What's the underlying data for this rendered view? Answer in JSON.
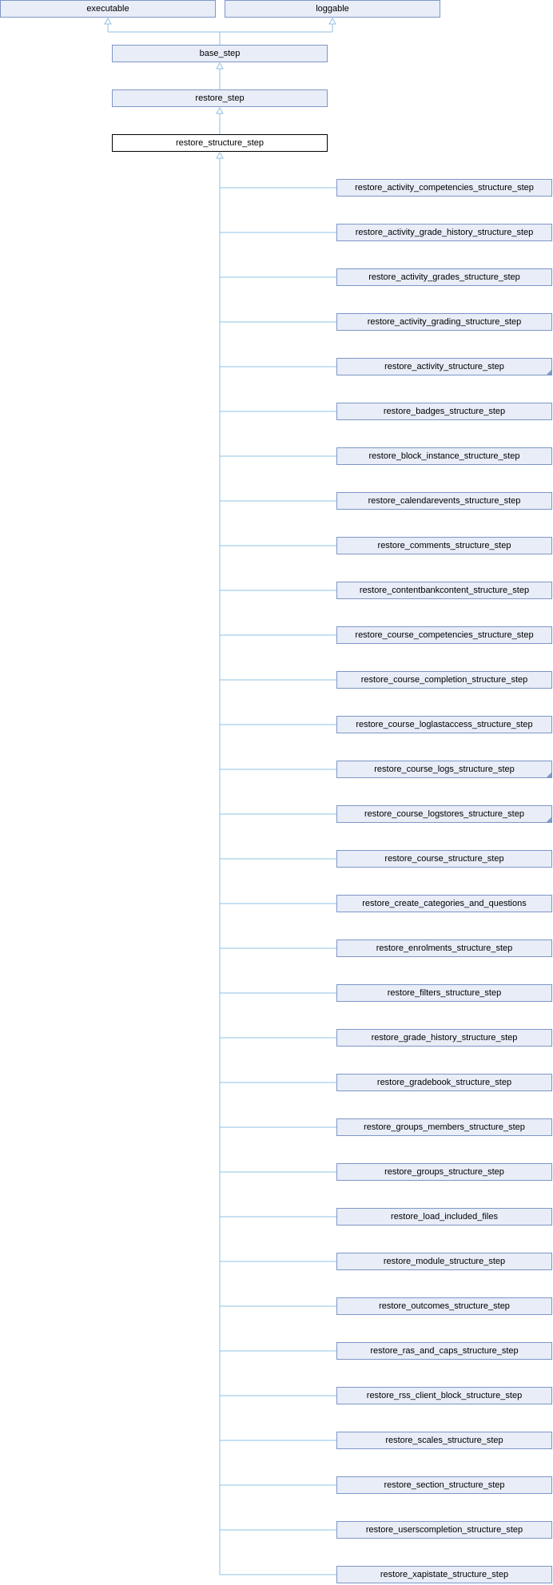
{
  "diagram": {
    "interfaces": [
      {
        "key": "executable",
        "label": "executable"
      },
      {
        "key": "loggable",
        "label": "loggable"
      }
    ],
    "ancestors": [
      {
        "key": "base_step",
        "label": "base_step"
      },
      {
        "key": "restore_step",
        "label": "restore_step"
      }
    ],
    "current": {
      "key": "restore_structure_step",
      "label": "restore_structure_step"
    },
    "subclasses": [
      {
        "label": "restore_activity_competencies_structure_step",
        "has_more": false
      },
      {
        "label": "restore_activity_grade_history_structure_step",
        "has_more": false
      },
      {
        "label": "restore_activity_grades_structure_step",
        "has_more": false
      },
      {
        "label": "restore_activity_grading_structure_step",
        "has_more": false
      },
      {
        "label": "restore_activity_structure_step",
        "has_more": true
      },
      {
        "label": "restore_badges_structure_step",
        "has_more": false
      },
      {
        "label": "restore_block_instance_structure_step",
        "has_more": false
      },
      {
        "label": "restore_calendarevents_structure_step",
        "has_more": false
      },
      {
        "label": "restore_comments_structure_step",
        "has_more": false
      },
      {
        "label": "restore_contentbankcontent_structure_step",
        "has_more": false
      },
      {
        "label": "restore_course_competencies_structure_step",
        "has_more": false
      },
      {
        "label": "restore_course_completion_structure_step",
        "has_more": false
      },
      {
        "label": "restore_course_loglastaccess_structure_step",
        "has_more": false
      },
      {
        "label": "restore_course_logs_structure_step",
        "has_more": true
      },
      {
        "label": "restore_course_logstores_structure_step",
        "has_more": true
      },
      {
        "label": "restore_course_structure_step",
        "has_more": false
      },
      {
        "label": "restore_create_categories_and_questions",
        "has_more": false
      },
      {
        "label": "restore_enrolments_structure_step",
        "has_more": false
      },
      {
        "label": "restore_filters_structure_step",
        "has_more": false
      },
      {
        "label": "restore_grade_history_structure_step",
        "has_more": false
      },
      {
        "label": "restore_gradebook_structure_step",
        "has_more": false
      },
      {
        "label": "restore_groups_members_structure_step",
        "has_more": false
      },
      {
        "label": "restore_groups_structure_step",
        "has_more": false
      },
      {
        "label": "restore_load_included_files",
        "has_more": false
      },
      {
        "label": "restore_module_structure_step",
        "has_more": false
      },
      {
        "label": "restore_outcomes_structure_step",
        "has_more": false
      },
      {
        "label": "restore_ras_and_caps_structure_step",
        "has_more": false
      },
      {
        "label": "restore_rss_client_block_structure_step",
        "has_more": false
      },
      {
        "label": "restore_scales_structure_step",
        "has_more": false
      },
      {
        "label": "restore_section_structure_step",
        "has_more": false
      },
      {
        "label": "restore_userscompletion_structure_step",
        "has_more": false
      },
      {
        "label": "restore_xapistate_structure_step",
        "has_more": false
      }
    ],
    "colors": {
      "node_fill": "#e8edf7",
      "node_border": "#7e96c8",
      "current_border": "#000000",
      "edge": "#8fc1e6"
    }
  }
}
